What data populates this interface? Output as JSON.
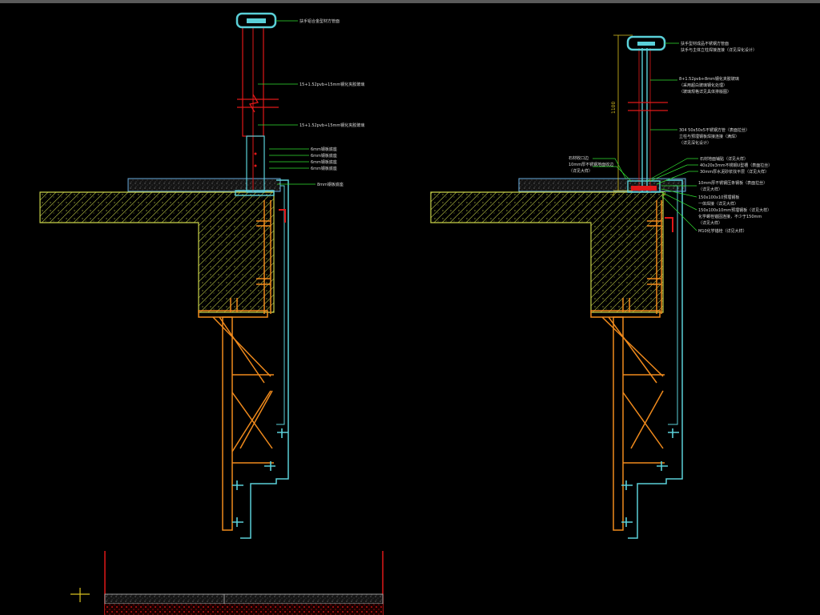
{
  "colors": {
    "background": "#000000",
    "concrete": "#c9d34a",
    "steel": "#f08a1c",
    "glass": "#5ad0d8",
    "rail": "#e01818",
    "leader": "#30e030",
    "note_text": "#dcdcdc",
    "dimension": "#d8c020"
  },
  "left_detail": {
    "notes": [
      "扶手铝合金型材方管面",
      "15+1.52pvb+15mm钢化夹胶玻璃",
      "15+1.52pvb+15mm钢化夹胶玻璃",
      "6mm钢板底座",
      "6mm钢板底座",
      "6mm钢板底座",
      "6mm钢板底座",
      "8mm钢板底座"
    ]
  },
  "right_detail": {
    "dimension": "1100",
    "marks": [
      "2",
      "2"
    ],
    "notes": [
      "扶手型材成品不锈钢方管面",
      "扶手与主体立柱焊接连接（详见深化设计）",
      "8+1.52pvb+8mm钢化夹胶玻璃",
      "（采用超白玻璃钢化处理）",
      "（玻璃规格详见具体排版图）",
      "304 50x50x5不锈钢方管（表面拉丝）",
      "立柱与预埋钢板焊接连接（满焊）",
      "（详见深化设计）",
      "石材地面铺贴（详见大样）",
      "40x20x3mm不锈钢U型槽（表面拉丝）",
      "30mm厚水泥砂浆找平层（详见大样）",
      "石材收口边",
      "10mm厚不锈钢地面收边",
      "（详见大样）",
      "10mm厚不锈钢压条钢板（表面拉丝）",
      "（详见大样）",
      "150x100x10预埋钢板",
      "一体焊接（详见大样）",
      "150x100x10mm预埋钢板（详见大样）",
      "化学螺栓锚固连接，不少于150mm",
      "（详见大样）",
      "M10化学锚栓（详见大样）"
    ]
  }
}
